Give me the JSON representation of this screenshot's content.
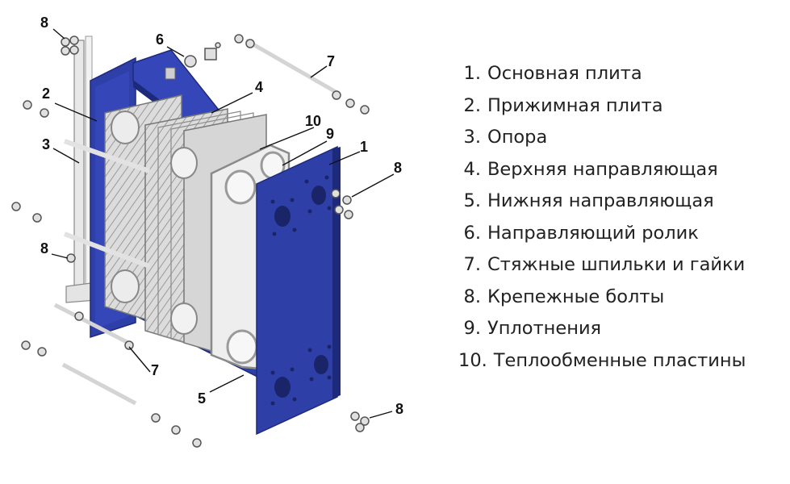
{
  "colors": {
    "frame": "#2f3fa8",
    "frame_dark": "#1d2a7c",
    "plate": "#d9d9d9",
    "plate_edge": "#8a8a8a",
    "rod": "#e6e6e6"
  },
  "callouts": [
    "8",
    "6",
    "7",
    "2",
    "4",
    "10",
    "9",
    "3",
    "1",
    "8",
    "8",
    "7",
    "5",
    "8"
  ],
  "legend": [
    {
      "num": "1.",
      "text": "Основная плита"
    },
    {
      "num": "2.",
      "text": "Прижимная плита"
    },
    {
      "num": "3.",
      "text": "Опора"
    },
    {
      "num": "4.",
      "text": "Верхняя направляющая"
    },
    {
      "num": "5.",
      "text": "Нижняя направляющая"
    },
    {
      "num": "6.",
      "text": "Направляющий ролик"
    },
    {
      "num": "7.",
      "text": "Стяжные шпильки и гайки"
    },
    {
      "num": "8.",
      "text": "Крепежные болты"
    },
    {
      "num": "9.",
      "text": "Уплотнения"
    },
    {
      "num": "10.",
      "text": "Теплообменные пластины"
    }
  ]
}
